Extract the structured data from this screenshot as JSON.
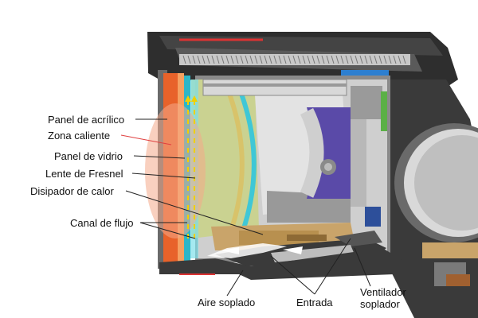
{
  "labels": {
    "acrylic_panel": "Panel de acrílico",
    "hot_zone": "Zona caliente",
    "glass_panel": "Panel de vidrio",
    "fresnel_lens": "Lente de Fresnel",
    "heat_sink": "Disipador de calor",
    "flow_channel": "Canal de flujo",
    "blown_air": "Aire soplado",
    "inlet": "Entrada",
    "blower_fan_line1": "Ventilador",
    "blower_fan_line2": "soplador"
  },
  "colors": {
    "acrylic_panel": "#e8622a",
    "hot_zone": "#f4a98a",
    "glass_panel": "#3fc7d6",
    "fresnel_lens": "#c9d28a",
    "heat_sink": "#c9a46a",
    "blower_fan": "#3a3a3a",
    "housing": "#3c3c3c",
    "light_engine": "#5a4aa8",
    "flow_arrows": "#f0d000",
    "leader_red": "#e04040",
    "leader_dark": "#222222"
  }
}
